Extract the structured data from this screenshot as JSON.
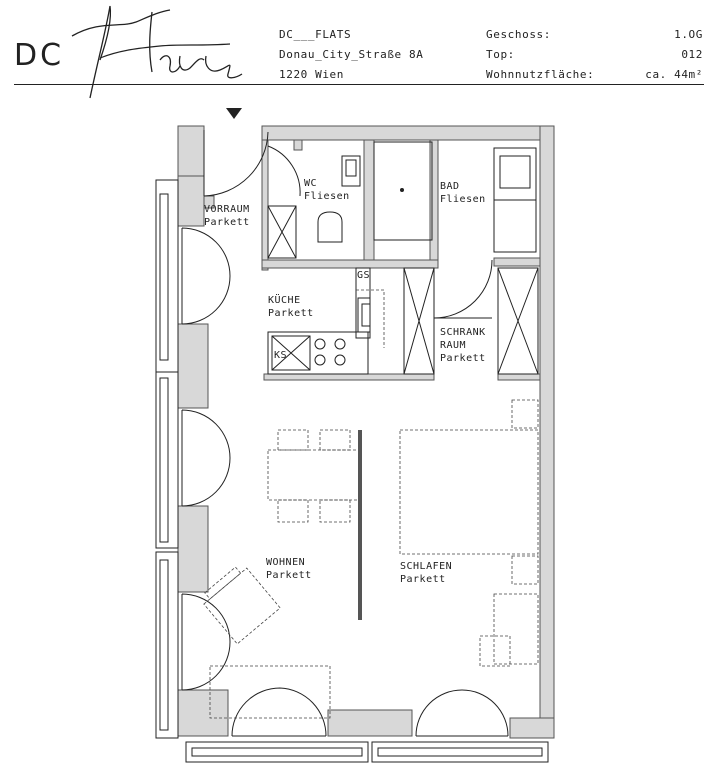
{
  "header": {
    "logo_dc": "DC",
    "project_name": "DC___FLATS",
    "street": "Donau_City_Straße 8A",
    "city": "1220 Wien",
    "floor_label": "Geschoss:",
    "floor_value": "1.OG",
    "top_label": "Top:",
    "top_value": "012",
    "area_label": "Wohnnutzfläche:",
    "area_value": "ca. 44m²"
  },
  "rooms": {
    "vorraum": {
      "name": "VORRAUM",
      "floor": "Parkett"
    },
    "wc": {
      "name": "WC",
      "floor": "Fliesen"
    },
    "bad": {
      "name": "BAD",
      "floor": "Fliesen"
    },
    "kueche": {
      "name": "KÜCHE",
      "floor": "Parkett"
    },
    "schrankraum": {
      "name1": "SCHRANK",
      "name2": "RAUM",
      "floor": "Parkett"
    },
    "wohnen": {
      "name": "WOHNEN",
      "floor": "Parkett"
    },
    "schlafen": {
      "name": "SCHLAFEN",
      "floor": "Parkett"
    }
  },
  "fixtures": {
    "gas": "GS",
    "fridge": "KS"
  },
  "colors": {
    "wall_fill": "#d8d8d8",
    "line": "#222222"
  },
  "icons": {
    "entrance_marker": "triangle-down"
  }
}
